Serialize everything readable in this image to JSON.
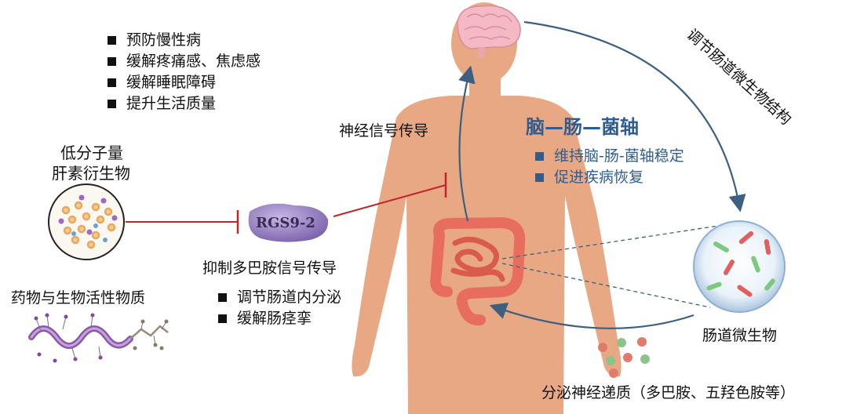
{
  "benefits": [
    "预防慢性病",
    "缓解疼痛感、焦虑感",
    "缓解睡眠障碍",
    "提升生活质量"
  ],
  "lmwh_label_line1": "低分子量",
  "lmwh_label_line2": "肝素衍生物",
  "drugs_label": "药物与生物活性物质",
  "rgs_label": "RGS9-2",
  "neural_signal_label": "神经信号传导",
  "inhibit_label": "抑制多巴胺信号传导",
  "inhibit_effects": [
    "调节肠道内分泌",
    "缓解肠痉挛"
  ],
  "axis_title": "脑—肠—菌轴",
  "axis_effects": [
    "维持脑-肠-菌轴稳定",
    "促进疾病恢复"
  ],
  "regulate_label": "调节肠道微生物结构",
  "microbiota_label": "肠道微生物",
  "secretion_label": "分泌神经递质（多巴胺、五羟色胺等）",
  "colors": {
    "body": "#e8a883",
    "arrow": "#3d5f80",
    "inhibit": "#c0252b",
    "axis_blue": "#2f5d8f",
    "rgs_purple": "#8a73b5",
    "intestine": "#e76e5e",
    "brain": "#f4b9c3"
  }
}
